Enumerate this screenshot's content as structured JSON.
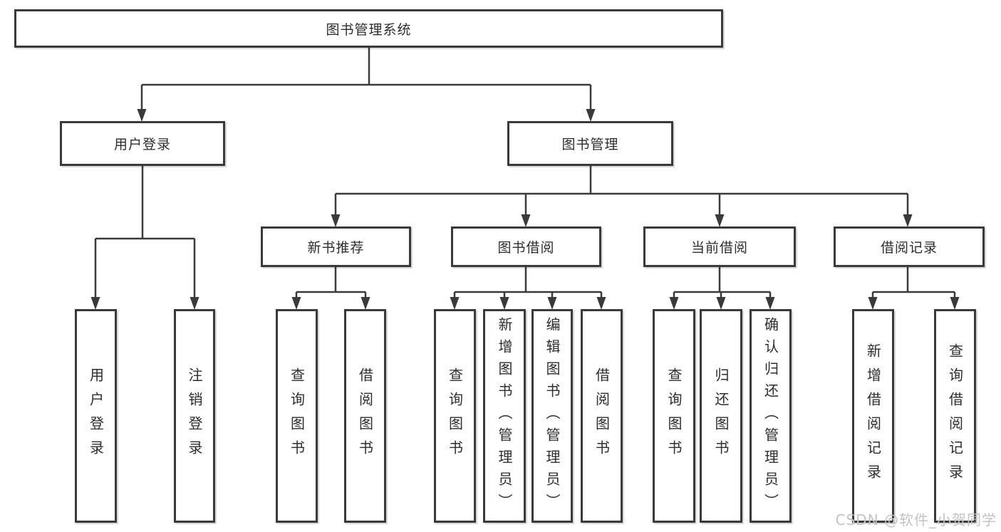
{
  "diagram": {
    "title": "图书管理系统",
    "root": "图书管理系统",
    "branches": [
      {
        "label": "用户登录",
        "children": [
          "用户登录",
          "注销登录"
        ]
      },
      {
        "label": "图书管理",
        "sections": [
          {
            "label": "新书推荐",
            "children": [
              "查询图书",
              "借阅图书"
            ]
          },
          {
            "label": "图书借阅",
            "children": [
              "查询图书",
              "新增图书（管理员）",
              "编辑图书（管理员）",
              "借阅图书"
            ]
          },
          {
            "label": "当前借阅",
            "children": [
              "查询图书",
              "归还图书",
              "确认归还（管理员）"
            ]
          },
          {
            "label": "借阅记录",
            "children": [
              "新增借阅记录",
              "查询借阅记录"
            ]
          }
        ]
      }
    ]
  },
  "watermark": "CSDN @软件_小贺同学",
  "colors": {
    "line": "#3a3a3a",
    "box_border": "#3a3a3a",
    "box_fill": "#ffffff",
    "text": "#2d2d2d",
    "watermark": "#c3c3c3",
    "background": "#ffffff"
  }
}
